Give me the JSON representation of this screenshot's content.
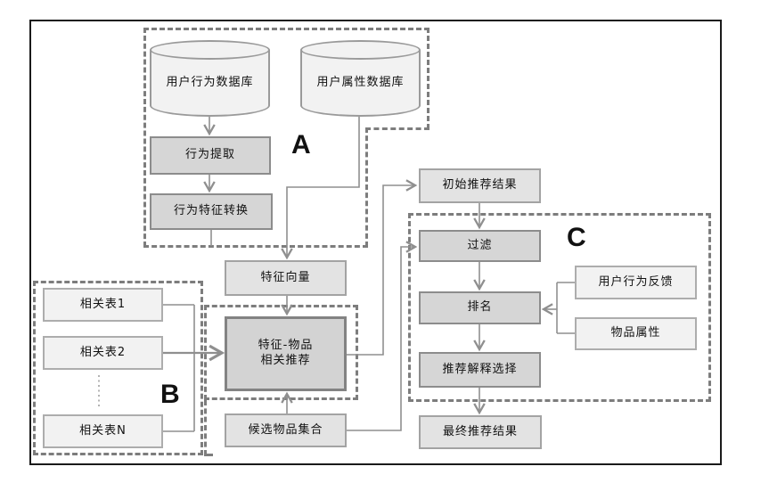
{
  "diagram": {
    "type": "flowchart",
    "groups": {
      "a": {
        "label": "A"
      },
      "b": {
        "label": "B"
      },
      "c": {
        "label": "C"
      }
    },
    "nodes": {
      "user_behavior_db": {
        "label": "用户行为数据库",
        "shape": "cylinder"
      },
      "user_attribute_db": {
        "label": "用户属性数据库",
        "shape": "cylinder"
      },
      "behavior_extraction": {
        "label": "行为提取"
      },
      "behavior_feature_transform": {
        "label": "行为特征转换"
      },
      "feature_vector": {
        "label": "特征向量"
      },
      "initial_recommendation_result": {
        "label": "初始推荐结果"
      },
      "related_table_1": {
        "label": "相关表1"
      },
      "related_table_2": {
        "label": "相关表2"
      },
      "related_table_n": {
        "label": "相关表N"
      },
      "feature_item_recommendation": {
        "label_line1": "特征-物品",
        "label_line2": "相关推荐"
      },
      "candidate_item_set": {
        "label": "候选物品集合"
      },
      "filter": {
        "label": "过滤"
      },
      "ranking": {
        "label": "排名"
      },
      "explanation_selection": {
        "label": "推荐解释选择"
      },
      "user_behavior_feedback": {
        "label": "用户行为反馈"
      },
      "item_attributes": {
        "label": "物品属性"
      },
      "final_recommendation_result": {
        "label": "最终推荐结果"
      }
    },
    "colors": {
      "connector": "#8f8f8f",
      "group_border": "#7d7d7d",
      "frame": "#1a1a1a",
      "node_fill_light": "#f2f2f2",
      "node_fill_medium": "#e3e3e3",
      "node_fill_dark": "#d6d6d6"
    }
  }
}
